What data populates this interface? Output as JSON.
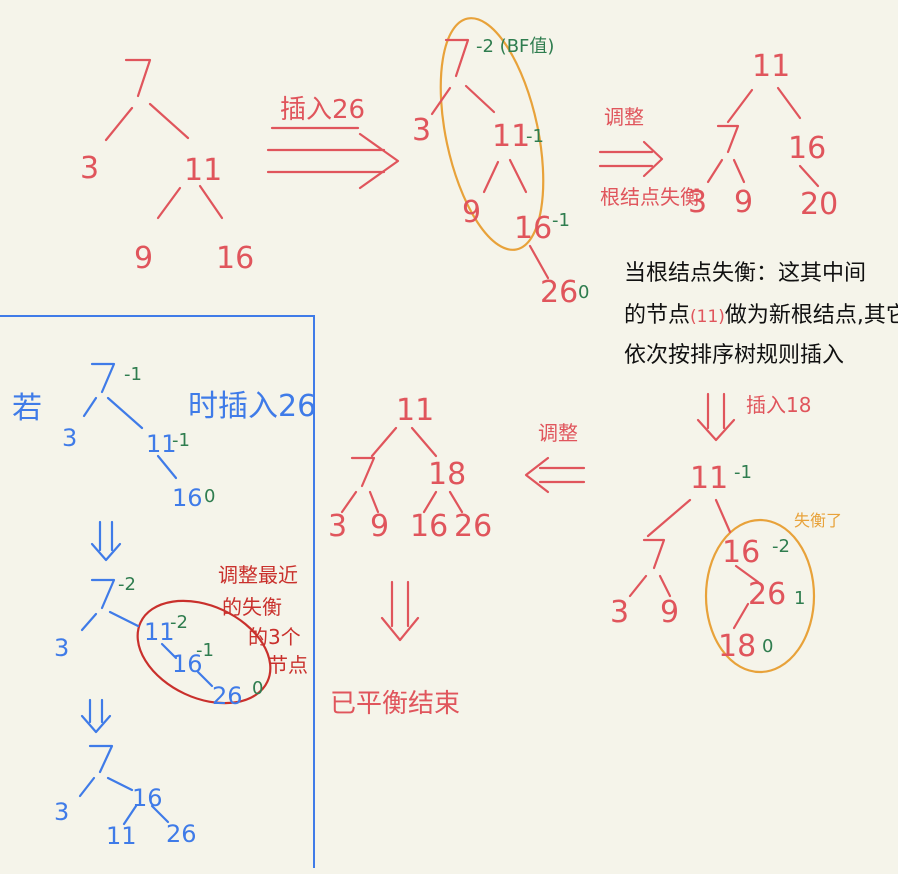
{
  "colors": {
    "background": "#f5f4ea",
    "red_ink": "#e0555c",
    "blue_ink": "#3f7be8",
    "green_ink": "#2f7d4f",
    "orange_ink": "#e8a23a",
    "dark_red_ink": "#c9302c",
    "black_ink": "#111111"
  },
  "tree1": {
    "root": "7",
    "left": "3",
    "right": "11",
    "right_left": "9",
    "right_right": "16"
  },
  "arrow_insert_26": {
    "label": "插入26"
  },
  "tree2": {
    "root": "7",
    "root_bf": "-2 (BF值)",
    "left": "3",
    "n11": "11",
    "n11_bf": "-1",
    "n9": "9",
    "n16": "16",
    "n16_bf": "-1",
    "n26": "26",
    "n26_bf": "0"
  },
  "arrow_adjust_1": {
    "label": "调整",
    "sub_label": "根结点失衡"
  },
  "tree3": {
    "root": "11",
    "left": "7",
    "right": "16",
    "ll": "3",
    "lr": "9",
    "rr": "20"
  },
  "note": {
    "line1": "当根结点失衡：这其中间",
    "line2": "的节点",
    "line2_highlight": "(11)",
    "line2_rest": "做为新根结点,其它",
    "line3": "依次按排序树规则插入"
  },
  "arrow_insert_18": {
    "label": "插入18"
  },
  "tree4": {
    "root": "11",
    "root_bf": "-1",
    "left": "7",
    "ll": "3",
    "lr": "9",
    "n16": "16",
    "n16_bf": "-2",
    "n26": "26",
    "n26_bf": "1",
    "n18": "18",
    "n18_bf": "0",
    "unbalanced_label": "失衡了"
  },
  "arrow_adjust_2": {
    "label": "调整"
  },
  "tree5": {
    "root": "11",
    "left": "7",
    "right": "18",
    "ll": "3",
    "lr": "9",
    "rl": "16",
    "rr": "26"
  },
  "result": {
    "label": "已平衡结束"
  },
  "blue_box": {
    "title": "若",
    "title2": "时插入26",
    "treeA": {
      "root": "7",
      "root_bf": "-1",
      "left": "3",
      "n11": "11",
      "n11_bf": "-1",
      "n16": "16",
      "n16_bf": "0"
    },
    "treeB": {
      "root": "7",
      "root_bf": "-2",
      "left": "3",
      "n11": "11",
      "n11_bf": "-2",
      "n16": "16",
      "n16_bf": "-1",
      "n26": "26",
      "n26_bf": "0"
    },
    "treeC": {
      "root": "7",
      "left": "3",
      "n16": "16",
      "n11": "11",
      "n26": "26"
    },
    "adjust_note": {
      "line1": "调整最近",
      "line2": "的失衡",
      "line3": "的3个",
      "line4": "节点"
    }
  }
}
